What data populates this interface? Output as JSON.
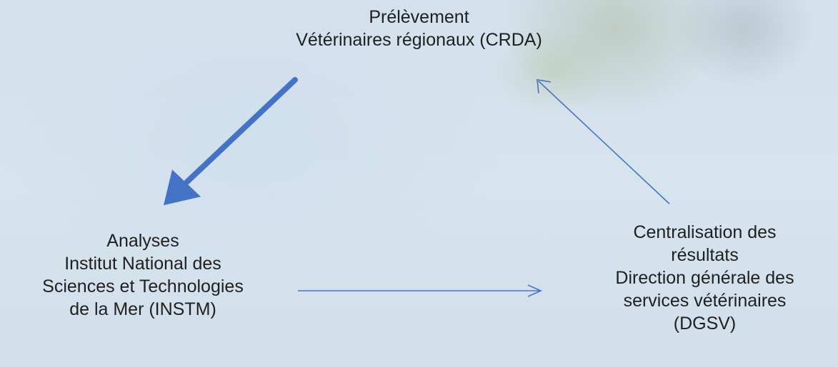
{
  "nodes": {
    "top": {
      "lines": [
        "Prélèvement",
        "Vétérinaires régionaux (CRDA)"
      ]
    },
    "left": {
      "lines": [
        "Analyses",
        "Institut National des",
        "Sciences et Technologies",
        "de la Mer (INSTM)"
      ]
    },
    "right": {
      "lines": [
        "Centralisation des",
        "résultats",
        "Direction générale des",
        "services vétérinaires",
        "(DGSV)"
      ]
    }
  },
  "colors": {
    "arrow": "#4472c4",
    "text": "#1f1f1f"
  }
}
